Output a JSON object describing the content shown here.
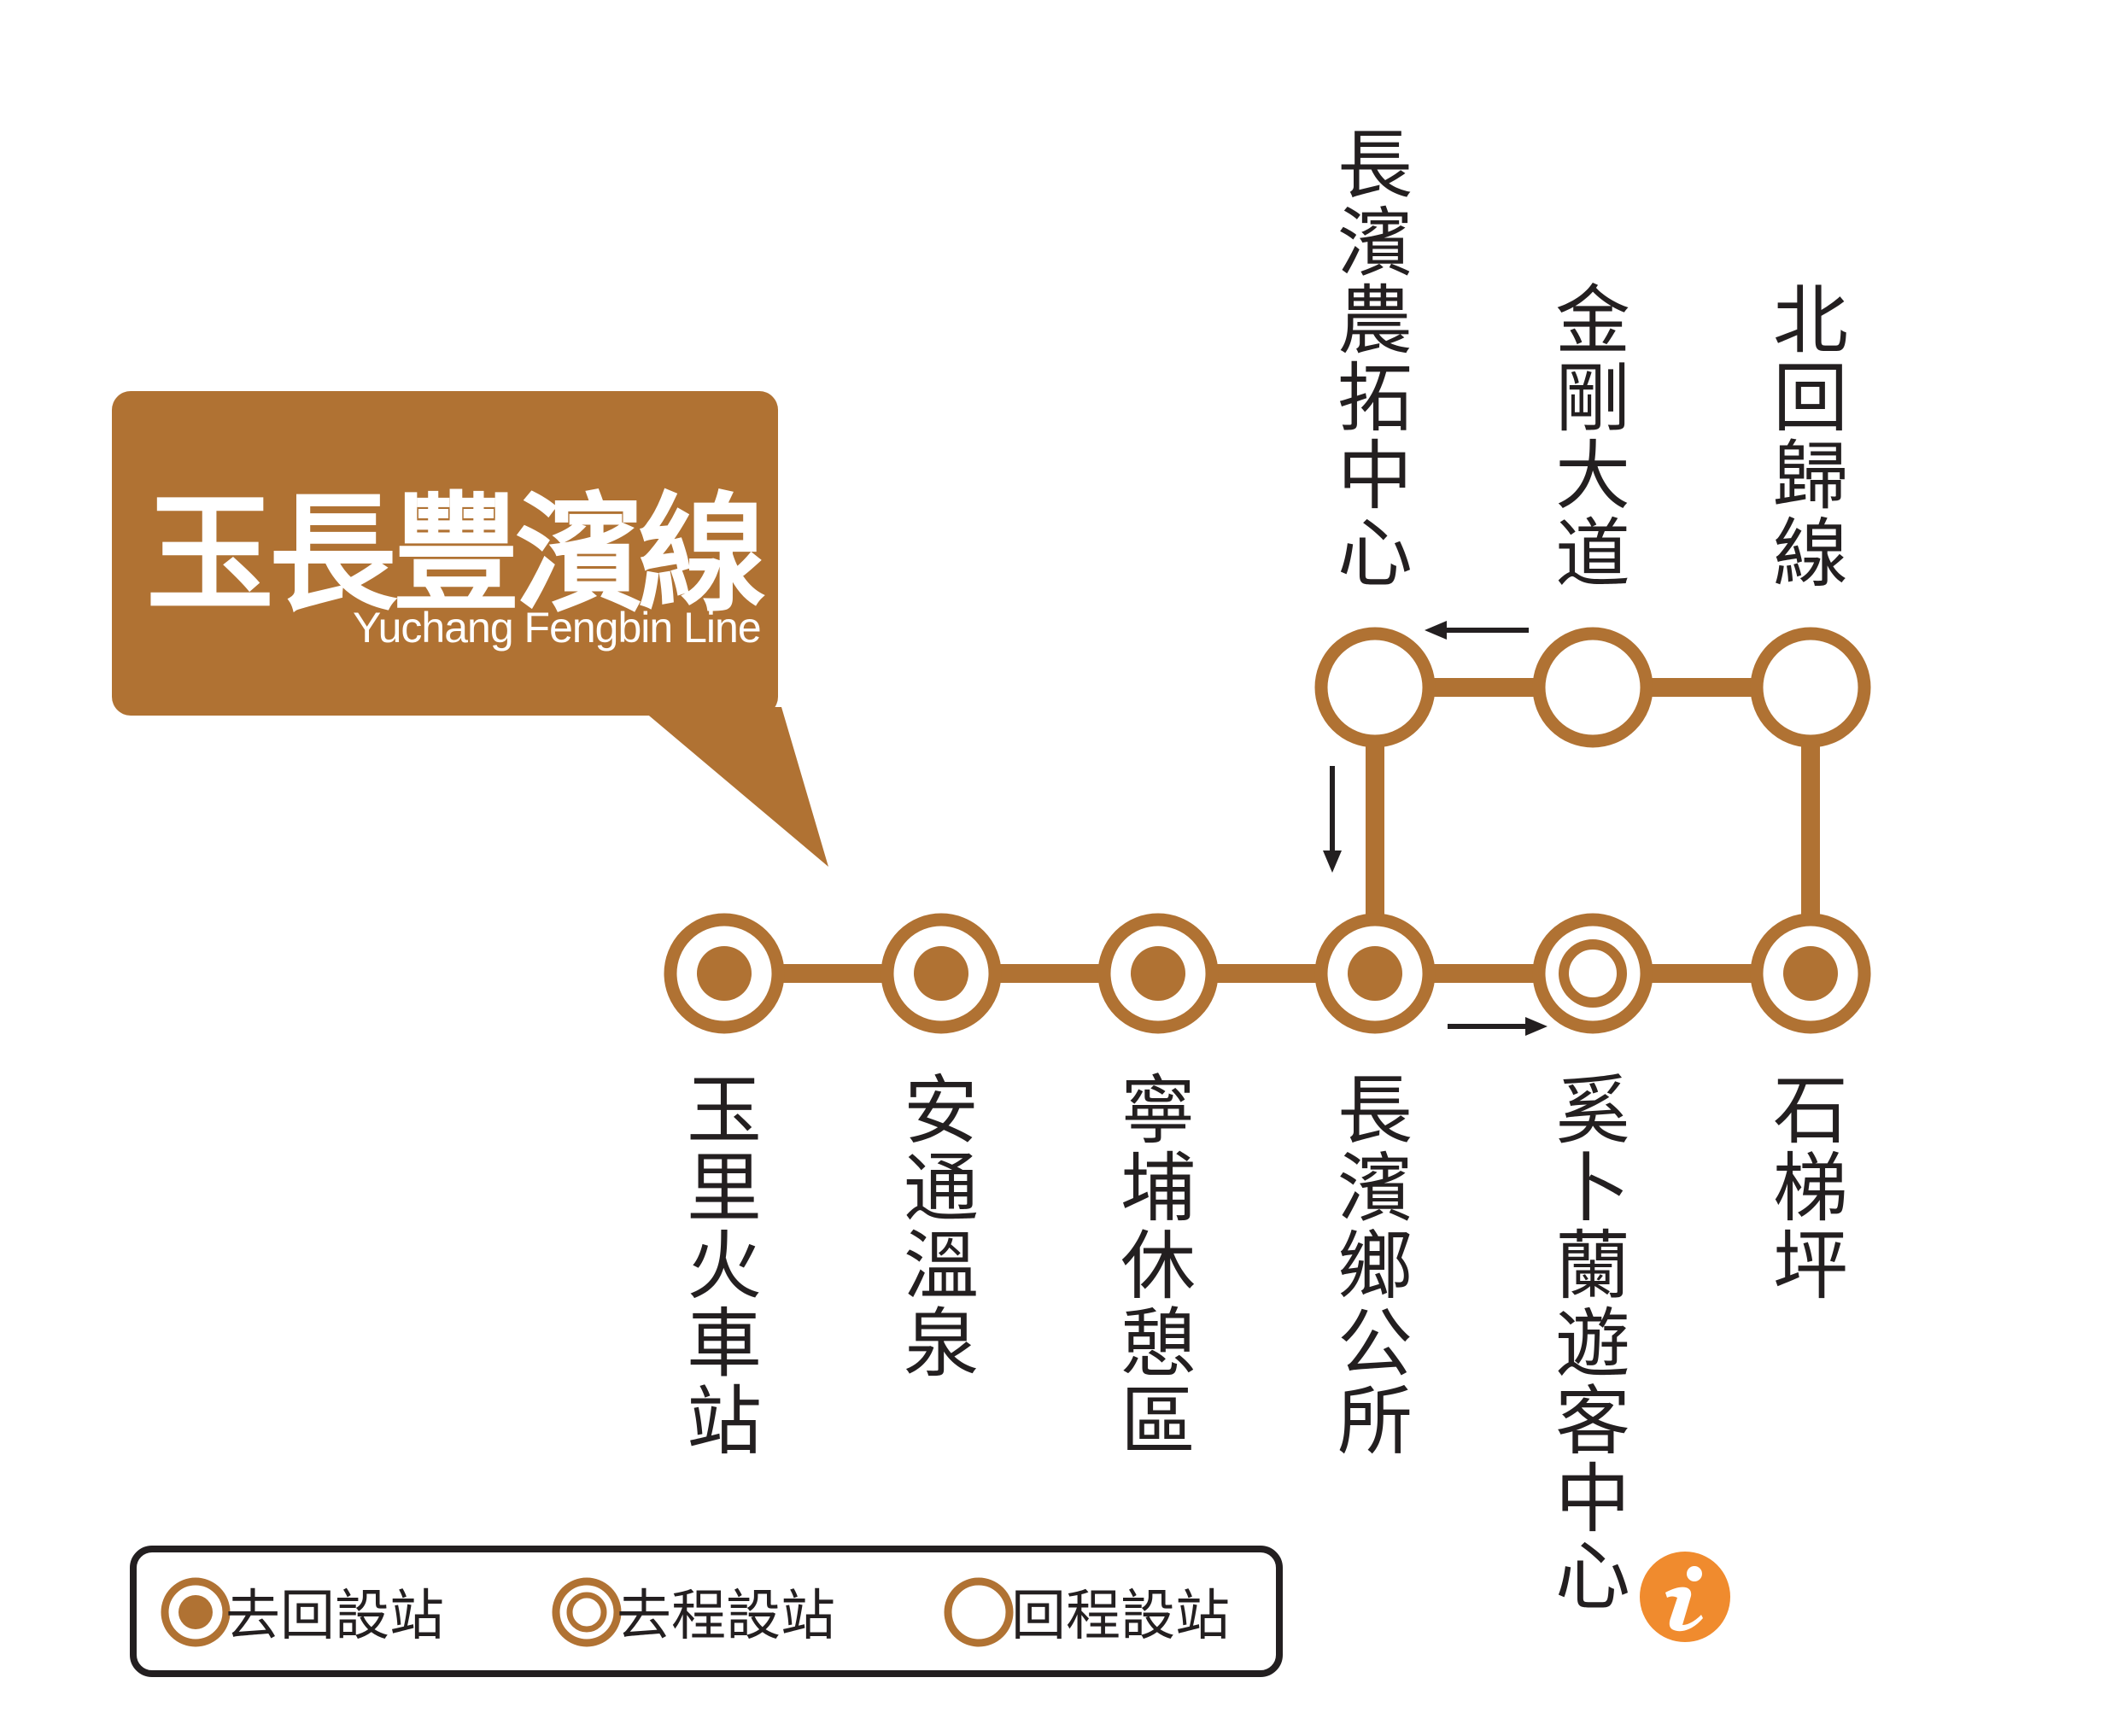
{
  "colors": {
    "brand": "#b07233",
    "dark": "#231f20",
    "info": "#f08b2e",
    "background": "#ffffff"
  },
  "title": {
    "chinese": "玉長豐濱線",
    "english": "Yuchang Fengbin Line"
  },
  "stations": {
    "yuli": {
      "name": "玉里火車站",
      "type": "both-directions"
    },
    "antong": {
      "name": "安通溫泉",
      "type": "both-directions"
    },
    "ningbu": {
      "name": "寧埔休憩區",
      "type": "both-directions"
    },
    "changbin_office": {
      "name": "長濱鄉公所",
      "type": "both-directions"
    },
    "xibulan": {
      "name": "奚卜蘭遊客中心",
      "type": "outbound-only"
    },
    "shiti": {
      "name": "石梯坪",
      "type": "both-directions"
    },
    "beihuigui": {
      "name": "北回歸線",
      "type": "return-only"
    },
    "jingang": {
      "name": "金剛大道",
      "type": "return-only"
    },
    "changbin_farm": {
      "name": "長濱農拓中心",
      "type": "return-only"
    }
  },
  "legend": {
    "both": "去回設站",
    "outbound": "去程設站",
    "return": "回程設站"
  },
  "icons": {
    "info": "info-icon",
    "direction_arrow": "arrow-icon"
  }
}
